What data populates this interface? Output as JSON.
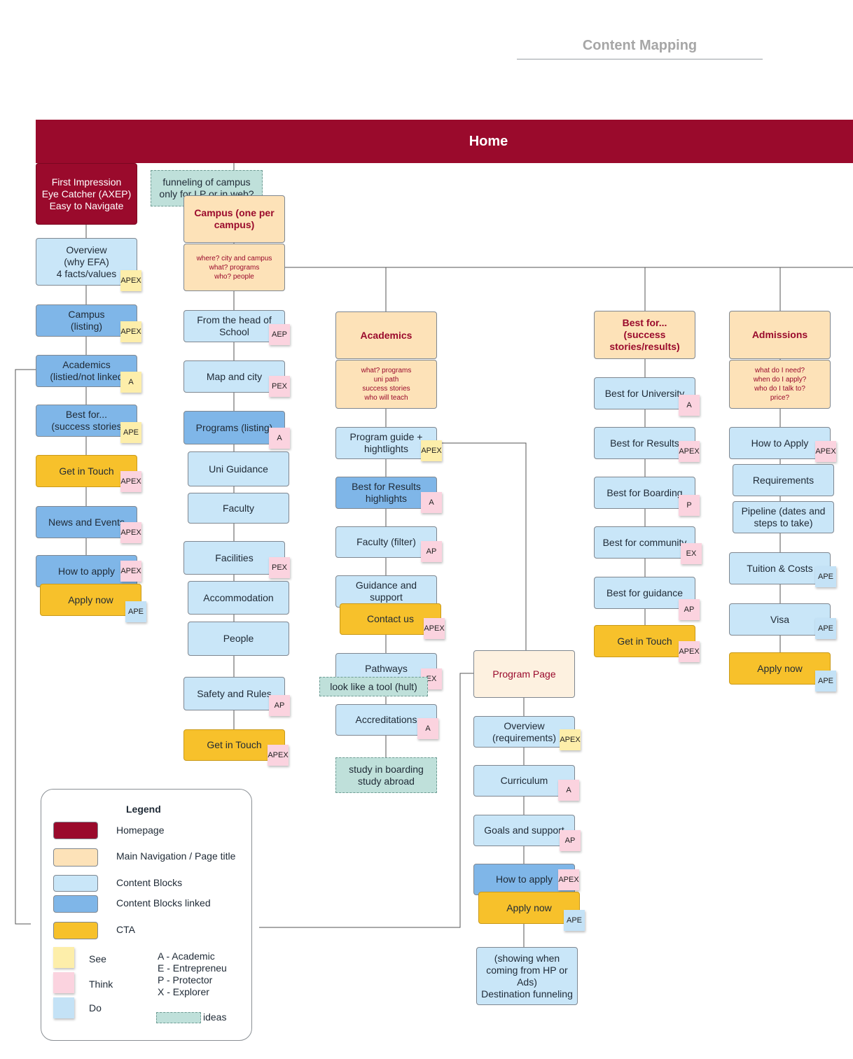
{
  "page": {
    "title": "Content Mapping",
    "home": "Home",
    "first_impression": "First Impression\nEye Catcher (AXEP)\nEasy to Navigate"
  },
  "col1": {
    "overview": "Overview\n(why EFA)\n4 facts/values",
    "campus": "Campus\n(listing)",
    "academics": "Academics\n(listied/not linked",
    "best_for": "Best for...\n(success stories",
    "get_in_touch": "Get in Touch",
    "news": "News and Events",
    "how_to_apply": "How to apply",
    "apply_now": "Apply now"
  },
  "col2": {
    "idea_funneling": "funneling of campus\nonly for LP or in web?",
    "nav_title": "Campus (one per\ncampus)",
    "nav_desc": "where? city and campus\nwhat? programs\nwho? people",
    "head_of_school": "From the head of\nSchool",
    "map_city": "Map and city",
    "programs": "Programs (listing)",
    "uni_guidance": "Uni Guidance",
    "faculty": "Faculty",
    "facilities": "Facilities",
    "accommodation": "Accommodation",
    "people": "People",
    "safety": "Safety and Rules",
    "get_in_touch": "Get in Touch"
  },
  "col3": {
    "nav_title": "Academics",
    "nav_desc": "what? programs\nuni path\nsuccess stories\nwho will teach",
    "program_guide": "Program guide +\nhightlights",
    "best_results": "Best for Results\nhighlights",
    "faculty_filter": "Faculty (filter)",
    "guidance": "Guidance and\nsupport",
    "contact_us": "Contact us",
    "pathways": "Pathways",
    "idea_tool": "look like a tool (hult)",
    "accreditations": "Accreditations",
    "idea_boarding": "study in boarding\nstudy abroad"
  },
  "program_page": {
    "title": "Program Page",
    "overview": "Overview\n(requirements)",
    "curriculum": "Curriculum",
    "goals": "Goals and support",
    "how_to_apply": "How to apply",
    "apply_now": "Apply now",
    "funneling": "(showing when\ncoming from HP or\nAds)\nDestination funneling"
  },
  "col4": {
    "nav_title": "Best for...\n(success\nstories/results)",
    "university": "Best for University",
    "results": "Best for Results",
    "boarding": "Best for Boarding",
    "community": "Best for community",
    "guidance": "Best for guidance",
    "get_in_touch": "Get in Touch"
  },
  "col5": {
    "nav_title": "Admissions",
    "nav_desc": "what do I need?\nwhen do I apply?\nwho do I talk to?\nprice?",
    "how_to_apply": "How to Apply",
    "requirements": "Requirements",
    "pipeline": "Pipeline (dates and\nsteps to take)",
    "tuition": "Tuition & Costs",
    "visa": "Visa",
    "apply_now": "Apply now"
  },
  "tags": {
    "apex": "APEX",
    "aep": "AEP",
    "pex": "PEX",
    "ape": "APE",
    "ap": "AP",
    "a": "A",
    "p": "P",
    "ex": "EX"
  },
  "legend": {
    "title": "Legend",
    "homepage": "Homepage",
    "main_nav": "Main Navigation / Page title",
    "content_blocks": "Content Blocks",
    "content_linked": "Content Blocks linked",
    "cta": "CTA",
    "see": "See",
    "think": "Think",
    "do": "Do",
    "personas": "A - Academic\nE - Entrepreneu\nP - Protector\nX - Explorer",
    "ideas": "ideas"
  },
  "colors": {
    "homepage": "#9a0a2c",
    "main_nav": "#fde2b8",
    "content_block": "#c9e6f8",
    "content_linked": "#7fb6e8",
    "cta": "#f7c12b",
    "see": "#fdeeaa",
    "think": "#fbd3df",
    "do": "#c4e2f6",
    "idea": "#bfe0da"
  }
}
